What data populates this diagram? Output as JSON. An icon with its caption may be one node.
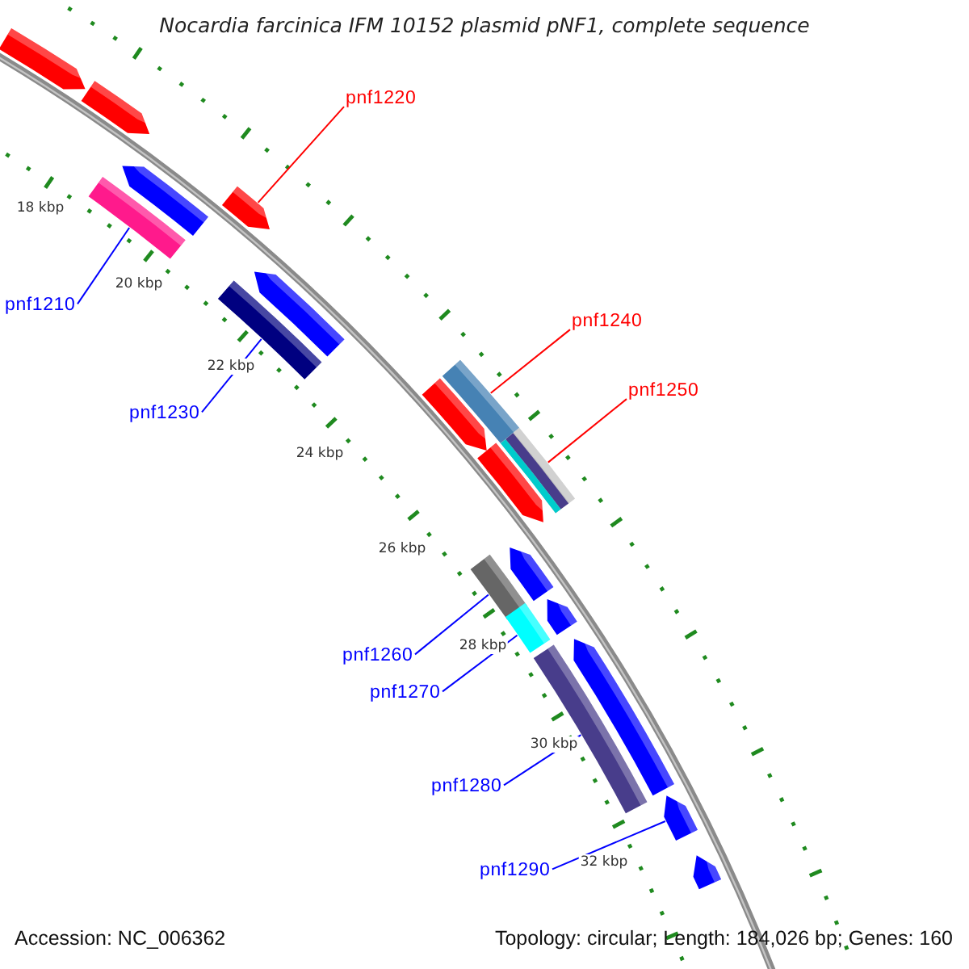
{
  "diagram": {
    "title": "Nocardia farcinica IFM 10152 plasmid pNF1, complete sequence",
    "nodes": [
      {
        "text": [
          "pnf1220"
        ]
      },
      {
        "text": [
          "pnf1210"
        ]
      },
      {
        "text": [
          "pnf1240"
        ]
      },
      {
        "text": [
          "pnf1250"
        ]
      },
      {
        "text": [
          "pnf1230"
        ]
      },
      {
        "text": [
          "pnf1260"
        ]
      },
      {
        "text": [
          "pnf1270"
        ]
      },
      {
        "text": [
          "pnf1280"
        ]
      },
      {
        "text": [
          "pnf1290"
        ]
      },
      {
        "text": [],
        "shape": "bar"
      },
      {
        "text": [],
        "shape": "bar"
      },
      {
        "text": [],
        "shape": "bar"
      },
      {
        "text": [],
        "shape": "bar"
      },
      {
        "text": [],
        "shape": "bar"
      },
      {
        "text": [],
        "shape": "bar"
      },
      {
        "text": [],
        "shape": "bar"
      },
      {
        "text": [],
        "shape": "bar"
      },
      {
        "text": [],
        "shape": "bar"
      }
    ],
    "edges": [
      {
        "from": 0,
        "to": 9,
        "arrow": "none",
        "color": "#ff0000"
      },
      {
        "from": 1,
        "to": 10,
        "arrow": "none"
      },
      {
        "from": 2,
        "to": 12,
        "arrow": "none",
        "color": "#ff0000"
      },
      {
        "from": 3,
        "to": 13,
        "arrow": "none",
        "color": "#ff0000"
      },
      {
        "from": 4,
        "to": 11,
        "arrow": "none"
      },
      {
        "from": 5,
        "to": 14,
        "arrow": "none"
      },
      {
        "from": 6,
        "to": 15,
        "arrow": "none"
      },
      {
        "from": 7,
        "to": 16,
        "arrow": "none"
      },
      {
        "from": 8,
        "to": 17,
        "arrow": "none"
      }
    ],
    "labels": [
      "18 kbp",
      "20 kbp",
      "22 kbp",
      "24 kbp",
      "26 kbp",
      "28 kbp",
      "30 kbp",
      "32 kbp",
      "Accession: NC_006362",
      "Topology: circular; Length: 184,026 bp; Genes: 160"
    ]
  }
}
